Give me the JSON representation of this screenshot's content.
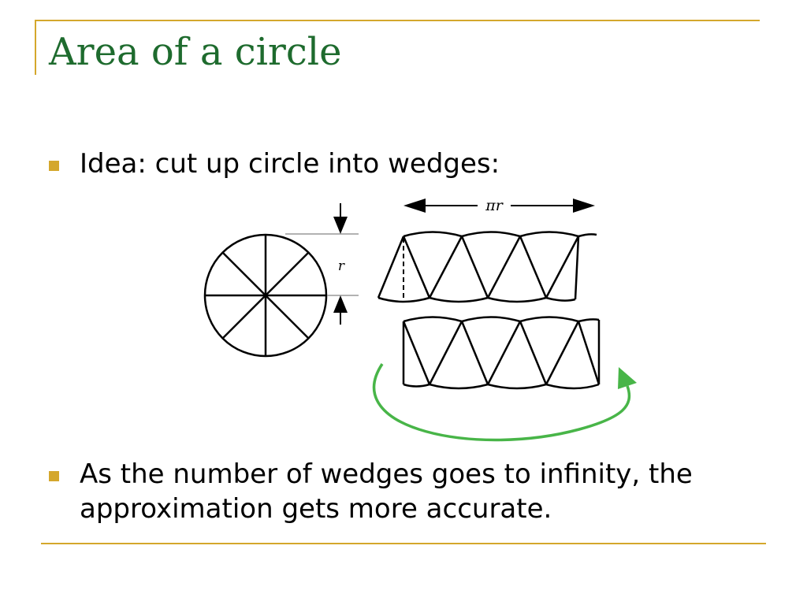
{
  "slide": {
    "title": "Area of a circle",
    "bullets": [
      "Idea: cut up circle into wedges:",
      "As the number of wedges goes to infinity, the approximation gets more accurate."
    ]
  },
  "diagram": {
    "width_label": "πr",
    "radius_label": "r",
    "wedge_count": 8,
    "arrow_color": "#48b548"
  },
  "colors": {
    "accent": "#d4a72c",
    "title": "#1e6b2e"
  }
}
